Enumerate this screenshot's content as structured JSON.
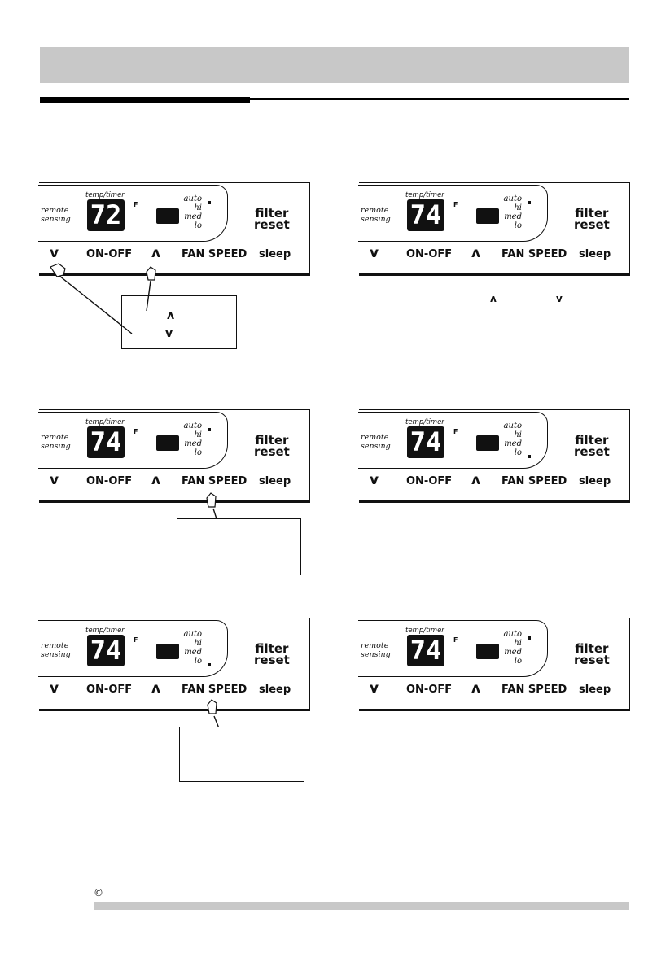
{
  "panel_labels": {
    "temp_timer": "temp/timer",
    "remote_line1": "remote",
    "remote_line2": "sensing",
    "unit": "F",
    "speed_auto": "auto",
    "speed_hi": "hi",
    "speed_med": "med",
    "speed_lo": "lo",
    "filter_line1": "filter",
    "filter_line2": "reset",
    "down_button": "v",
    "on_off_button": "ON-OFF",
    "up_button": "ʌ",
    "fan_speed_button": "FAN SPEED",
    "sleep_button": "sleep"
  },
  "panels": [
    {
      "id": "panel-1",
      "temp": "72",
      "indicator": "auto"
    },
    {
      "id": "panel-2",
      "temp": "74",
      "indicator": "auto"
    },
    {
      "id": "panel-3",
      "temp": "74",
      "indicator": "auto"
    },
    {
      "id": "panel-4",
      "temp": "74",
      "indicator": "lo"
    },
    {
      "id": "panel-5",
      "temp": "74",
      "indicator": "lo"
    },
    {
      "id": "panel-6",
      "temp": "74",
      "indicator": "auto"
    }
  ],
  "callouts": {
    "panel_1_up": "ʌ",
    "panel_1_down": "v"
  },
  "inline_text": {
    "up_symbol": "ʌ",
    "down_symbol": "v"
  },
  "footer": {
    "copyright_symbol": "©"
  },
  "colors": {
    "header_bar": "#c8c8c8",
    "footer_bar": "#c8c8c8",
    "display": "#111111"
  }
}
